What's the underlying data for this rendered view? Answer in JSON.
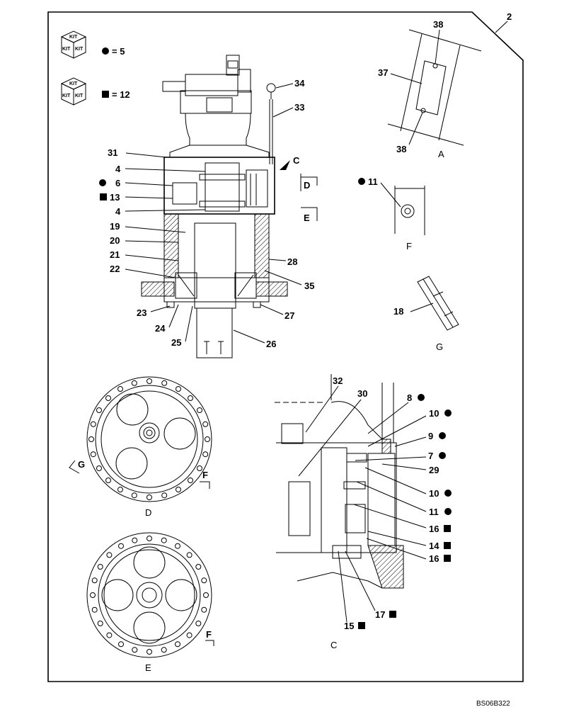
{
  "sheet_number": "2",
  "drawing_code": "BS06B322",
  "legend": {
    "kit_word": "KIT",
    "circle_text": "= 5",
    "square_text": "= 12"
  },
  "views": {
    "a": "A",
    "c": "C",
    "d": "D",
    "e": "E",
    "f": "F",
    "g": "G"
  },
  "callouts": {
    "c2": "2",
    "c4a": "4",
    "c6": "6",
    "c13": "13",
    "c4b": "4",
    "c19": "19",
    "c20": "20",
    "c21": "21",
    "c22": "22",
    "c23": "23",
    "c24": "24",
    "c25": "25",
    "c26": "26",
    "c27": "27",
    "c28": "28",
    "c31": "31",
    "c33": "33",
    "c34": "34",
    "c35": "35",
    "c37": "37",
    "c38a": "38",
    "c38b": "38",
    "c11f": "11",
    "c18": "18",
    "c32": "32",
    "c30": "30",
    "c8": "8",
    "c10a": "10",
    "c9": "9",
    "c7": "7",
    "c29": "29",
    "c10b": "10",
    "c11c": "11",
    "c16a": "16",
    "c14": "14",
    "c16b": "16",
    "c17": "17",
    "c15": "15",
    "ref_c": "C",
    "ref_d": "D",
    "ref_e": "E",
    "ref_f": "F",
    "ref_g": "G"
  },
  "markers": {
    "circle_parts": [
      "6",
      "11",
      "8",
      "10",
      "9",
      "7",
      "10",
      "11"
    ],
    "square_parts": [
      "13",
      "16",
      "14",
      "16",
      "17",
      "15"
    ]
  }
}
